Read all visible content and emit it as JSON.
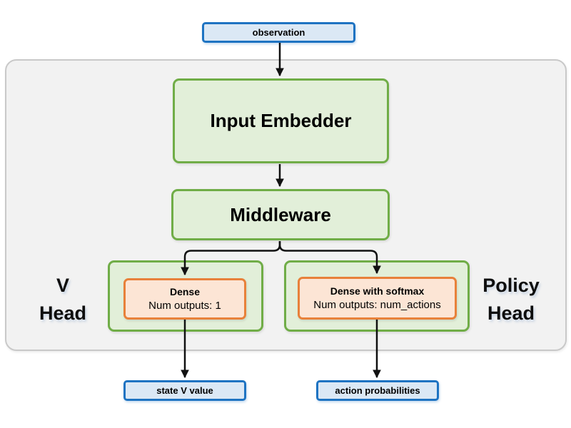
{
  "nodes": {
    "observation": {
      "label": "observation"
    },
    "input_embedder": {
      "label": "Input Embedder"
    },
    "middleware": {
      "label": "Middleware"
    },
    "v_dense": {
      "title": "Dense",
      "subtitle": "Num outputs: 1"
    },
    "policy_dense": {
      "title": "Dense with softmax",
      "subtitle": "Num outputs: num_actions"
    },
    "state_v_value": {
      "label": "state V value"
    },
    "action_probabilities": {
      "label": "action probabilities"
    }
  },
  "labels": {
    "v_head": {
      "line1": "V",
      "line2": "Head"
    },
    "policy_head": {
      "line1": "Policy",
      "line2": "Head"
    }
  },
  "colors": {
    "io_fill": "#dbe8f5",
    "io_border": "#1e73c2",
    "block_fill": "#e2efd9",
    "block_border": "#70ad47",
    "dense_fill": "#fce5d5",
    "dense_border": "#e8813a",
    "panel_fill": "#f2f2f2",
    "panel_border": "#c9c9c9",
    "arrow": "#111111"
  }
}
